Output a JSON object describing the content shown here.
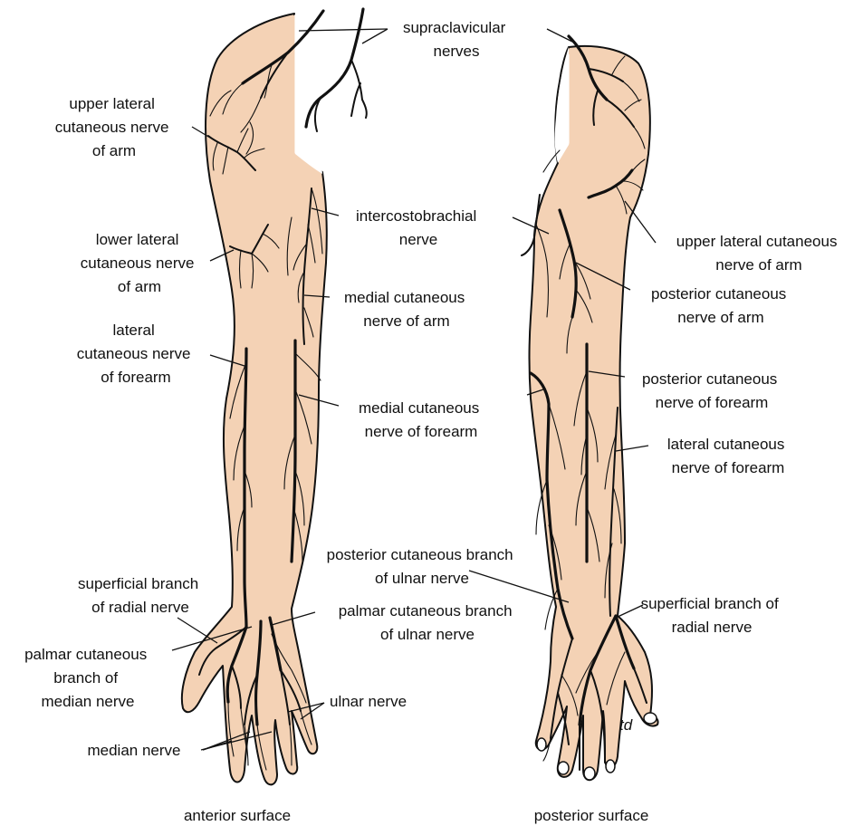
{
  "labels": {
    "supraclavicular": [
      "supraclavicular",
      "nerves"
    ],
    "upper_lateral_ant": [
      "upper lateral",
      "cutaneous nerve",
      "of arm"
    ],
    "lower_lateral": [
      "lower lateral",
      "cutaneous nerve",
      "of arm"
    ],
    "lateral_forearm_ant": [
      "lateral",
      "cutaneous nerve",
      "of forearm"
    ],
    "intercostobrachial": [
      "intercostobrachial",
      "nerve"
    ],
    "medial_arm": [
      "medial cutaneous",
      "nerve of arm"
    ],
    "medial_forearm": [
      "medial cutaneous",
      "nerve of forearm"
    ],
    "superficial_radial_ant": [
      "superficial branch",
      "of radial nerve"
    ],
    "palmar_median": [
      "palmar cutaneous",
      "branch of",
      "median nerve"
    ],
    "palmar_ulnar": [
      "palmar cutaneous branch",
      "of ulnar nerve"
    ],
    "ulnar_nerve": [
      "ulnar nerve"
    ],
    "median_nerve": [
      "median nerve"
    ],
    "upper_lateral_post": [
      "upper lateral cutaneous",
      "nerve of arm"
    ],
    "posterior_arm": [
      "posterior cutaneous",
      "nerve of arm"
    ],
    "posterior_forearm": [
      "posterior cutaneous",
      "nerve of forearm"
    ],
    "lateral_forearm_post": [
      "lateral cutaneous",
      "nerve of forearm"
    ],
    "posterior_ulnar": [
      "posterior cutaneous branch",
      "of ulnar nerve"
    ],
    "superficial_radial_post": [
      "superficial branch of",
      "radial nerve"
    ]
  },
  "captions": {
    "anterior": "anterior surface",
    "posterior": "posterior surface"
  },
  "signature": "td",
  "colors": {
    "skin": "#f4d2b5",
    "outline": "#111111",
    "background": "#ffffff"
  }
}
